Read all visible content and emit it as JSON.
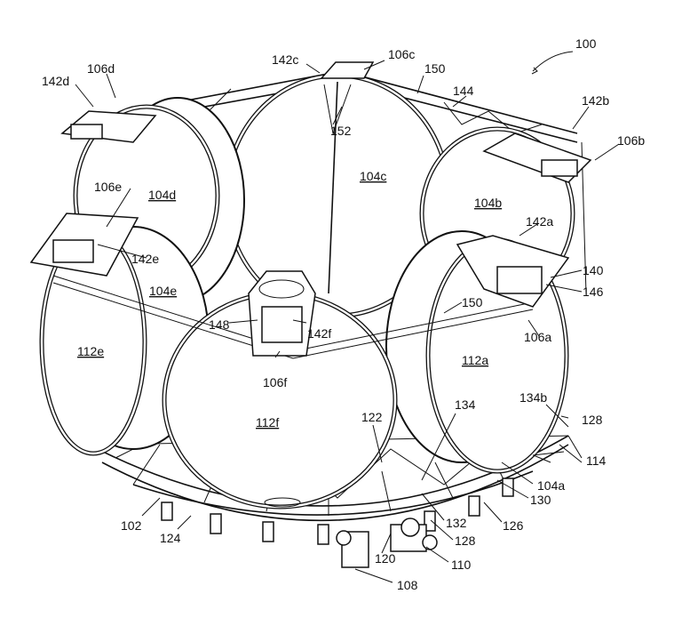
{
  "figure": {
    "ref_main": "100",
    "labels": {
      "l106d": "106d",
      "l142d": "142d",
      "l142c": "142c",
      "l106c": "106c",
      "l150top": "150",
      "l144": "144",
      "l142b": "142b",
      "l106b": "106b",
      "l152": "152",
      "l106e": "106e",
      "l104d": "104d",
      "l104c": "104c",
      "l104b": "104b",
      "l142a": "142a",
      "l142e": "142e",
      "l104e": "104e",
      "l140": "140",
      "l146": "146",
      "l150mid": "150",
      "l148": "148",
      "l142f": "142f",
      "l106a": "106a",
      "l112e": "112e",
      "l112a": "112a",
      "l106f": "106f",
      "l134b": "134b",
      "l134": "134",
      "l122": "122",
      "l128r": "128",
      "l112f": "112f",
      "l114": "114",
      "l104a": "104a",
      "l130": "130",
      "l126": "126",
      "l132": "132",
      "l128b": "128",
      "l102": "102",
      "l124": "124",
      "l120": "120",
      "l110": "110",
      "l108": "108"
    }
  }
}
